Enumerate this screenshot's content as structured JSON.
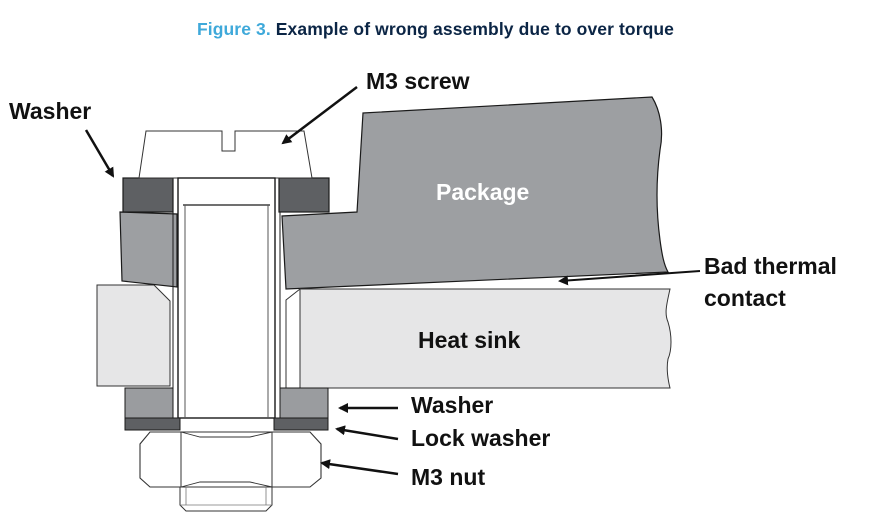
{
  "figure": {
    "number": "Figure 3.",
    "title": "Example of wrong assembly due to over torque"
  },
  "labels": {
    "washer_top": "Washer",
    "m3_screw": "M3 screw",
    "package": "Package",
    "bad_thermal_line1": "Bad thermal",
    "bad_thermal_line2": "contact",
    "heat_sink": "Heat sink",
    "washer_bottom": "Washer",
    "lock_washer": "Lock washer",
    "m3_nut": "M3 nut"
  },
  "colors": {
    "figure_number": "#3FA9DA",
    "figure_title": "#0B2545",
    "package": "#9D9FA2",
    "heat_sink": "#E6E6E7",
    "washer_dark": "#5E6063",
    "washer_mid": "#9A9C9F",
    "outline": "#1a1a1a"
  }
}
